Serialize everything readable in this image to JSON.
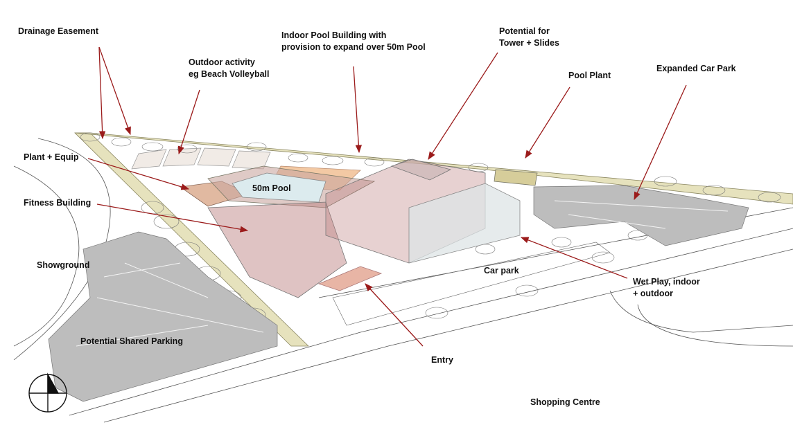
{
  "labels": {
    "drainage_easement": "Drainage Easement",
    "indoor_pool_line1": "Indoor Pool Building with",
    "indoor_pool_line2": "provision to expand over 50m Pool",
    "tower_line1": "Potential for",
    "tower_line2": "Tower + Slides",
    "outdoor_line1": "Outdoor activity",
    "outdoor_line2": "eg Beach Volleyball",
    "pool_plant": "Pool Plant",
    "expanded_car_park": "Expanded Car Park",
    "plant_equip": "Plant + Equip",
    "fitness_building": "Fitness Building",
    "pool_50m": "50m Pool",
    "showground": "Showground",
    "car_park": "Car park",
    "wet_play_line1": "Wet Play, indoor",
    "wet_play_line2": "+ outdoor",
    "shared_parking": "Potential Shared Parking",
    "entry": "Entry",
    "shopping_centre": "Shopping Centre"
  },
  "colors": {
    "arrow": "#9b1b1b",
    "easement": "#e6e2bd",
    "parking": "#bdbdbd",
    "building": "#b97a7a",
    "pool": "#dcebee"
  }
}
